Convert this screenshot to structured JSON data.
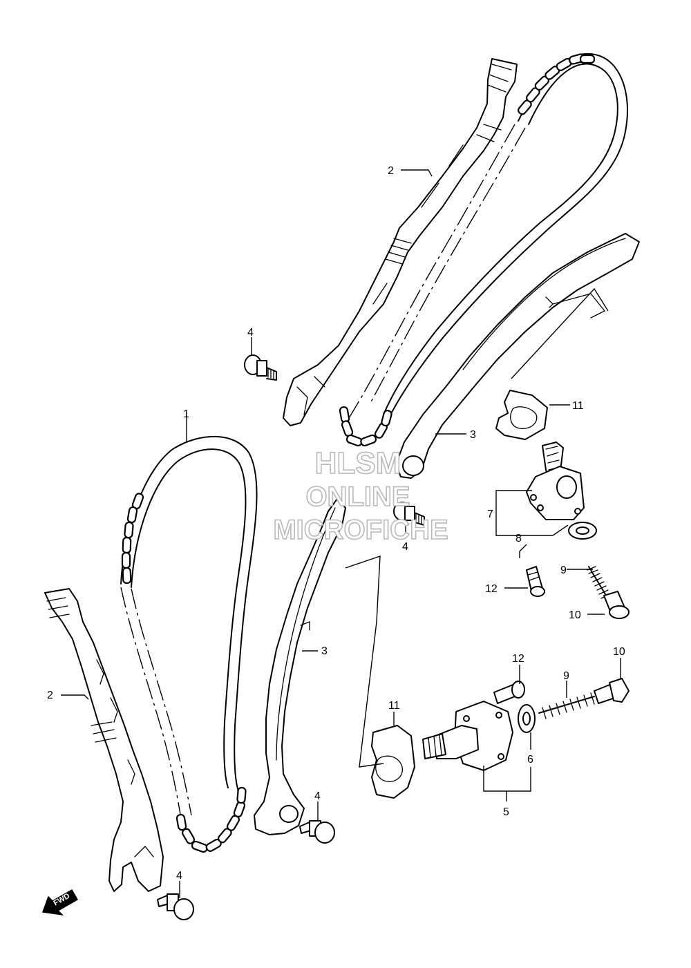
{
  "watermark": {
    "line1": "HLSM",
    "line2": "ONLINE",
    "line3": "MICROFICHE"
  },
  "direction_badge": {
    "label": "FWD"
  },
  "callouts": [
    {
      "id": "c1-chain",
      "label": "1"
    },
    {
      "id": "c2-guide-top",
      "label": "2"
    },
    {
      "id": "c2-guide-bottom",
      "label": "2"
    },
    {
      "id": "c3-tensioner-top",
      "label": "3"
    },
    {
      "id": "c3-tensioner-bottom",
      "label": "3"
    },
    {
      "id": "c4-bolt-a",
      "label": "4"
    },
    {
      "id": "c4-bolt-b",
      "label": "4"
    },
    {
      "id": "c4-bolt-c",
      "label": "4"
    },
    {
      "id": "c4-bolt-d",
      "label": "4"
    },
    {
      "id": "c5-adjuster-assy",
      "label": "5"
    },
    {
      "id": "c6-washer",
      "label": "6"
    },
    {
      "id": "c7-adjuster-assy",
      "label": "7"
    },
    {
      "id": "c8-washer",
      "label": "8"
    },
    {
      "id": "c9-spring-top",
      "label": "9"
    },
    {
      "id": "c9-spring-bottom",
      "label": "9"
    },
    {
      "id": "c10-bolt-top",
      "label": "10"
    },
    {
      "id": "c10-bolt-bottom",
      "label": "10"
    },
    {
      "id": "c11-gasket-top",
      "label": "11"
    },
    {
      "id": "c11-gasket-bottom",
      "label": "11"
    },
    {
      "id": "c12-bolt-top",
      "label": "12"
    },
    {
      "id": "c12-bolt-bottom",
      "label": "12"
    }
  ]
}
